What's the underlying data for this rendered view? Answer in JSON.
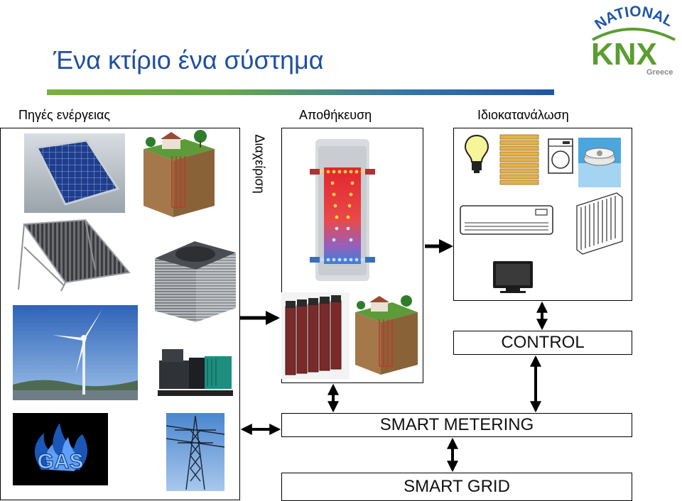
{
  "title": "Ένα κτίριο ένα σύστημα",
  "logo": {
    "top_text": "NATIONAL",
    "main_text": "KNX",
    "sub_text": "Greece"
  },
  "sections": {
    "sources": "Πηγές ενέργειας",
    "management": "Διαχείριση",
    "storage": "Αποθήκευση",
    "consumption": "Ιδιοκατανάλωση"
  },
  "boxes": {
    "control": "CONTROL",
    "smart_metering": "SMART METERING",
    "smart_grid": "SMART GRID"
  },
  "images": {
    "gas_text": "GAS"
  },
  "colors": {
    "title": "#1f4fa0",
    "logo_green": "#5a9e2f",
    "logo_blue": "#1f56a8"
  }
}
